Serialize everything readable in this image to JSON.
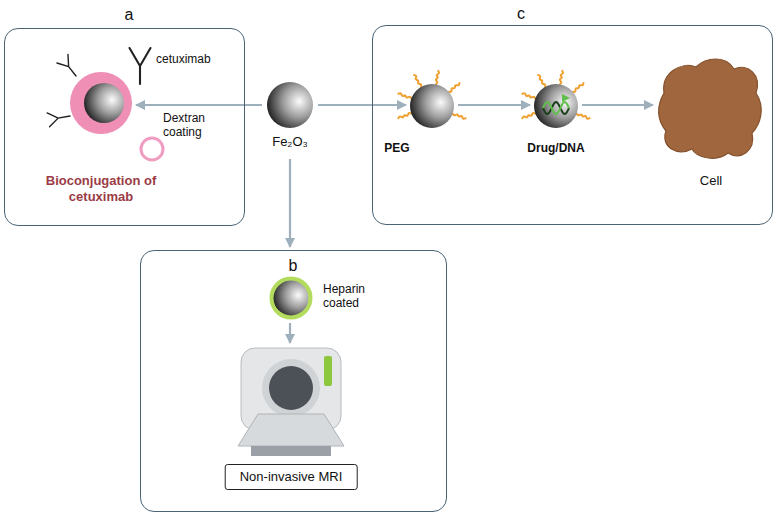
{
  "diagram": {
    "nodes": [
      {
        "text": [
          "a"
        ]
      },
      {
        "text": [
          "Bioconjugation of cetuximab"
        ],
        "in": 0
      },
      {
        "text": [
          "Dextran coating"
        ],
        "in": 0
      },
      {
        "text": [
          "Fe₂O₃"
        ]
      },
      {
        "text": [
          "b"
        ]
      },
      {
        "text": [
          "Heparin coated"
        ],
        "in": 4
      },
      {
        "text": [
          "Non-invasive MRI"
        ],
        "in": 4
      },
      {
        "text": [
          "c"
        ]
      },
      {
        "text": [
          "PEG"
        ],
        "in": 7
      },
      {
        "text": [
          "Drug/DNA"
        ],
        "in": 7
      },
      {
        "text": [
          "Cell"
        ],
        "in": 7
      }
    ],
    "edges": [
      {
        "from": 3,
        "to": 1,
        "arrow": "to"
      },
      {
        "from": 3,
        "to": 4,
        "arrow": "to"
      },
      {
        "from": 3,
        "to": 8,
        "arrow": "to"
      },
      {
        "from": 8,
        "to": 9,
        "arrow": "to"
      },
      {
        "from": 9,
        "to": 10,
        "arrow": "to"
      },
      {
        "from": 5,
        "to": 6,
        "arrow": "to"
      }
    ],
    "labels": [
      "cetuximab"
    ]
  }
}
